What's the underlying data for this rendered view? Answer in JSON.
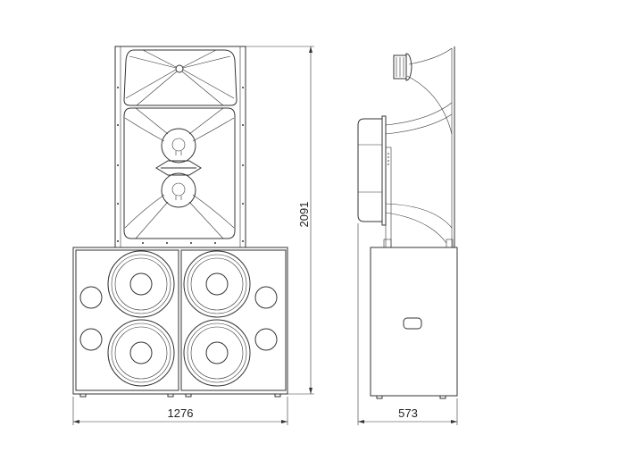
{
  "dimensions": {
    "height_label": "2091",
    "front_width_label": "1276",
    "side_depth_label": "573"
  },
  "colors": {
    "line": "#333333",
    "background": "#ffffff"
  }
}
